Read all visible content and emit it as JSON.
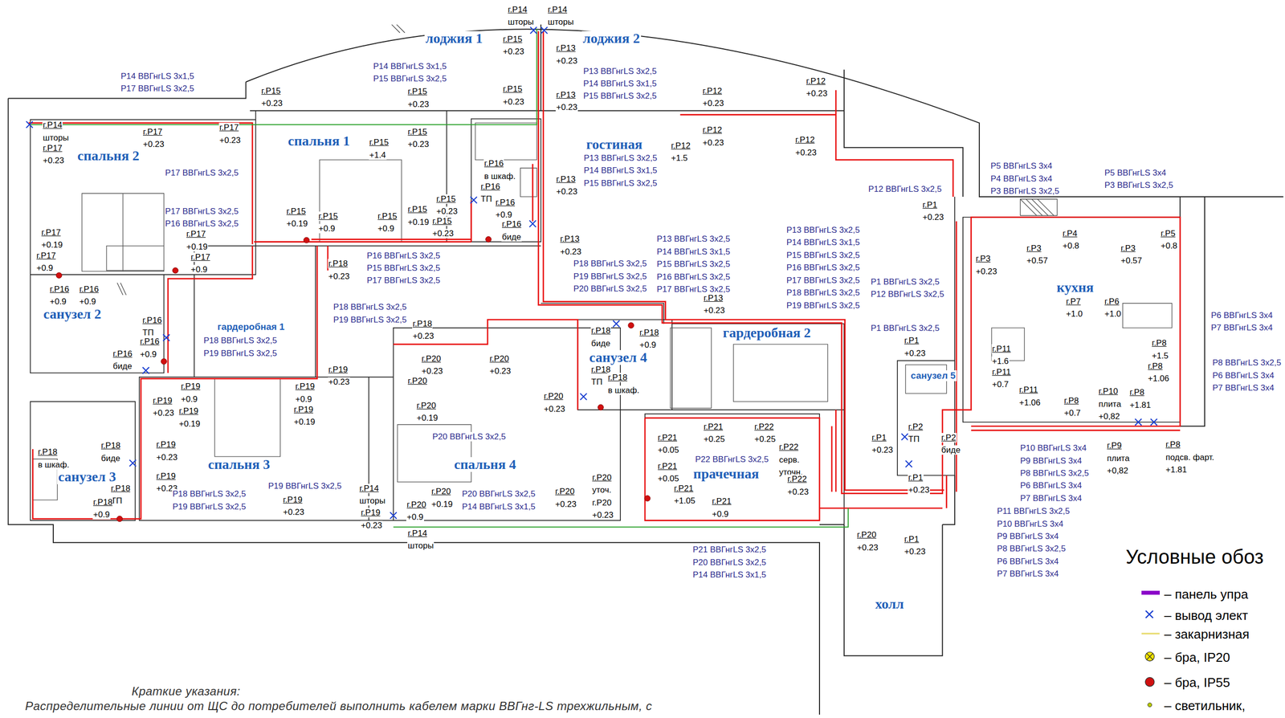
{
  "diagram": {
    "nodes": [
      {
        "text": [
          "лоджия 1"
        ]
      },
      {
        "text": [
          "лоджия 2"
        ]
      },
      {
        "text": [
          "спальня 2"
        ]
      },
      {
        "text": [
          "спальня 1"
        ]
      },
      {
        "text": [
          "гостиная"
        ]
      },
      {
        "text": [
          "кухня"
        ]
      },
      {
        "text": [
          "санузел 2"
        ]
      },
      {
        "text": [
          "гардеробная 1"
        ]
      },
      {
        "text": [
          "гардеробная 2"
        ]
      },
      {
        "text": [
          "санузел 4"
        ]
      },
      {
        "text": [
          "санузел 5"
        ]
      },
      {
        "text": [
          "спальня 3"
        ]
      },
      {
        "text": [
          "спальня 4"
        ]
      },
      {
        "text": [
          "прачечная"
        ]
      },
      {
        "text": [
          "санузел 3"
        ]
      },
      {
        "text": [
          "холл"
        ]
      }
    ],
    "labels": [
      "г.Р14",
      "шторы",
      "г.Р14",
      "шторы",
      "г.Р15",
      "+0.23",
      "г.Р13",
      "+0.23",
      "Р14 ВВГнгLS 3х1,5",
      "Р15 ВВГнгLS 3х2,5",
      "Р14 ВВГнгLS 3х1,5",
      "Р17 ВВГнгLS 3х2,5",
      "Р13 ВВГнгLS 3х2,5",
      "Р14 ВВГнгLS 3х1,5",
      "Р15 ВВГнгLS 3х2,5",
      "г.Р15",
      "+0.23",
      "г.Р15",
      "+0.23",
      "г.Р15",
      "+0.23",
      "г.Р13",
      "+0.23",
      "г.Р12",
      "+0.23",
      "г.Р12",
      "+0.23",
      "г.Р14",
      "шторы",
      "г.Р17",
      "+0.23",
      "г.Р17",
      "+0.23",
      "г.Р17",
      "+0.23",
      "г.Р15",
      "+0.23",
      "г.Р15",
      "+1.4",
      "г.Р12",
      "+0.23",
      "г.Р12",
      "+1.5",
      "г.Р12",
      "+0.23",
      "Р17 ВВГнгLS 3х2,5",
      "Р13 ВВГнгLS 3х2,5",
      "Р14 ВВГнгLS 3х1,5",
      "Р15 ВВГнгLS 3х2,5",
      "г.Р13",
      "+0.23",
      "г.Р16",
      "в шкаф.",
      "г.Р16",
      "ТП",
      "г.Р16",
      "+0.9",
      "г.Р16",
      "биде",
      "г.Р15",
      "+0.23",
      "г.Р15",
      "+0.23",
      "Р5 ВВГнгLS 3х4",
      "Р4 ВВГнгLS 3х4",
      "Р3 ВВГнгLS 3х2,5",
      "Р5 ВВГнгLS 3х4",
      "Р3 ВВГнгLS 3х2,5",
      "Р12 ВВГнгLS 3х2,5",
      "г.Р1",
      "+0.23",
      "Р17 ВВГнгLS 3х2,5",
      "Р16 ВВГнгLS 3х2,5",
      "г.Р17",
      "+0.19",
      "г.Р17",
      "+0.19",
      "г.Р15",
      "+0.19",
      "г.Р15",
      "+0.9",
      "г.Р15",
      "+0.9",
      "г.Р15",
      "+0.19",
      "г.Р4",
      "+0.8",
      "г.Р5",
      "+0.8",
      "г.Р3",
      "+0.57",
      "г.Р3",
      "+0.57",
      "г.Р3",
      "+0.23",
      "г.Р17",
      "+0.9",
      "г.Р17",
      "+0.9",
      "г.Р13",
      "+0.23",
      "Р16 ВВГнгLS 3х2,5",
      "Р15 ВВГнгLS 3х2,5",
      "Р17 ВВГнгLS 3х2,5",
      "Р13 ВВГнгLS 3х2,5",
      "Р14 ВВГнгLS 3х1,5",
      "Р15 ВВГнгLS 3х2,5",
      "Р16 ВВГнгLS 3х2,5",
      "Р17 ВВГнгLS 3х2,5",
      "Р18 ВВГнгLS 3х2,5",
      "Р19 ВВГнгLS 3х2,5",
      "Р13 ВВГнгLS 3х2,5",
      "Р14 ВВГнгLS 3х1,5",
      "Р15 ВВГнгLS 3х2,5",
      "Р16 ВВГнгLS 3х2,5",
      "Р17 ВВГнгLS 3х2,5",
      "Р18 ВВГнгLS 3х2,5",
      "Р19 ВВГнгLS 3х2,5",
      "Р20 ВВГнгLS 3х2,5",
      "г.Р18",
      "+0.23",
      "Р1 ВВГнгLS 3х2,5",
      "Р12 ВВГнгLS 3х2,5",
      "г.Р16",
      "+0.9",
      "г.Р16",
      "+0.9",
      "г.Р7",
      "+1.0",
      "г.Р6",
      "+1.0",
      "г.Р13",
      "+0.23",
      "Р18 ВВГнгLS 3х2,5",
      "Р19 ВВГнгLS 3х2,5",
      "Р6 ВВГнгLS 3х4",
      "Р7 ВВГнгLS 3х4",
      "г.Р16",
      "ТП",
      "г.Р18",
      "+0.23",
      "г.Р18",
      "биде",
      "г.Р18",
      "+0.9",
      "Р1 ВВГнгLS 3х2,5",
      "г.Р1",
      "+0.23",
      "г.Р16",
      "+0.9",
      "г.Р16",
      "биде",
      "Р18 ВВГнгLS 3х2,5",
      "Р19 ВВГнгLS 3х2,5",
      "г.Р8",
      "+1.5",
      "г.Р8",
      "+1.06",
      "Р8 ВВГнгLS 3х2,5",
      "Р6 ВВГнгLS 3х4",
      "Р7 ВВГнгLS 3х4",
      "г.Р11",
      "+1.6",
      "г.Р11",
      "+0.7",
      "г.Р11",
      "+1.06",
      "г.Р20",
      "+0.23",
      "г.Р20",
      "+0.23",
      "г.Р19",
      "+0.23",
      "г.Р18",
      "ТП",
      "г.Р18",
      "в шкаф.",
      "г.Р20",
      "г.Р20",
      "+0.19",
      "г.Р19",
      "+0.9",
      "г.Р19",
      "+0.23",
      "г.Р19",
      "+0.19",
      "г.Р19",
      "+0.9",
      "г.Р19",
      "+0.19",
      "г.Р20",
      "+0.23",
      "г.Р10",
      "плита",
      "+0,82",
      "г.Р8",
      "+1.81",
      "г.Р8",
      "+0.7",
      "г.Р21",
      "+0.25",
      "г.Р22",
      "+0.25",
      "г.Р21",
      "+0.05",
      "Р20 ВВГнгLS 3х2,5",
      "г.Р2",
      "ТП",
      "г.Р2",
      "биде",
      "г.Р1",
      "+0.23",
      "г.Р19",
      "+0.23",
      "г.Р18",
      "биде",
      "г.Р9",
      "плита",
      "+0,82",
      "г.Р8",
      "подсв. фарт.",
      "+1.81",
      "Р10 ВВГнгLS 3х4",
      "Р9 ВВГнгLS 3х4",
      "Р8 ВВГнгLS 3х2,5",
      "Р6 ВВГнгLS 3х4",
      "Р7 ВВГнгLS 3х4",
      "г.Р22",
      "серв.",
      "уточн.",
      "г.Р22",
      "+0.23",
      "Р22 ВВГнгLS 3х2,5",
      "г.Р21",
      "+0.05",
      "г.Р21",
      "+1.05",
      "г.Р18",
      "в шкаф.",
      "г.Р18",
      "ТП",
      "г.Р18",
      "+0.9",
      "г.Р19",
      "+0.23",
      "г.Р20",
      "+0.23",
      "г.Р20",
      "уточ.",
      "г.Р20",
      "+0.23",
      "г.Р20",
      "+0.19",
      "г.Р20",
      "+0.9",
      "Р20 ВВГнгLS 3х2,5",
      "Р14 ВВГнгLS 3х1,5",
      "Р18 ВВГнгLS 3х2,5",
      "Р19 ВВГнгLS 3х2,5",
      "Р19 ВВГнгLS 3х2,5",
      "г.Р19",
      "+0.23",
      "г.Р14",
      "шторы",
      "г.Р19",
      "+0.23",
      "г.Р21",
      "+0.9",
      "Р11 ВВГнгLS 3х2,5",
      "Р10 ВВГнгLS 3х4",
      "Р9 ВВГнгLS 3х4",
      "Р8 ВВГнгLS 3х2,5",
      "Р6 ВВГнгLS 3х4",
      "Р7 ВВГнгLS 3х4",
      "г.Р14",
      "шторы",
      "Р21 ВВГнгLS 3х2,5",
      "Р20 ВВГнгLS 3х2,5",
      "Р14 ВВГнгLS 3х1,5",
      "г.Р20",
      "+0.23",
      "г.Р1",
      "+0.23",
      "г.Р1",
      "+0.23",
      "Условные обоз",
      "Краткие указания:",
      "Распределительные линии от ЩС до потребителей выполнить кабелем марки ВВГнг-LS трехжильным, с"
    ],
    "legend": [
      {
        "text": "– панель упра",
        "color": "#8b00c9"
      },
      {
        "text": "– вывод элект"
      },
      {
        "text": "– закарнизная"
      },
      {
        "text": "– бра, IP20"
      },
      {
        "text": "– бра, IP55"
      },
      {
        "text": "– светильник,"
      }
    ]
  }
}
